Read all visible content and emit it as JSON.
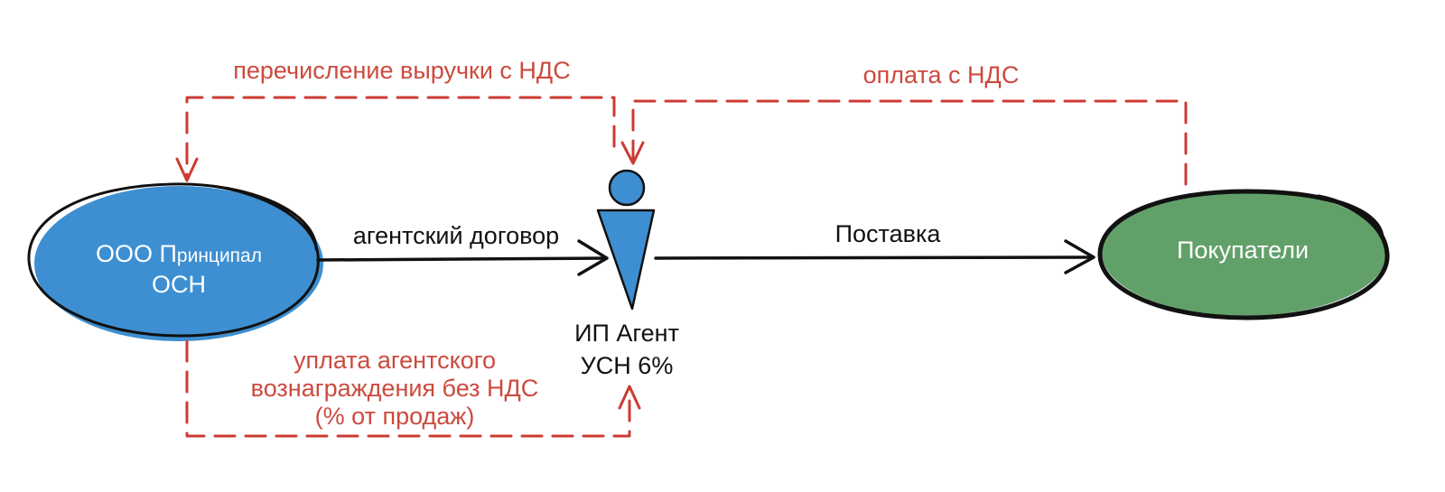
{
  "nodes": {
    "principal": {
      "line1_a": "ООО П",
      "line1_b": "ринципал",
      "line2": "ОСН",
      "fill": "#3d8fd1"
    },
    "agent": {
      "line1": "ИП Агент",
      "line2": "УСН 6%",
      "fill": "#3d8fd1"
    },
    "buyers": {
      "label": "Покупатели",
      "fill": "#62a06a"
    }
  },
  "flows": {
    "revenue_transfer": "перечисление выручки с НДС",
    "payment_with_vat": "оплата с НДС",
    "agent_contract": "агентский договор",
    "supply": "Поставка",
    "agent_fee_line1": "уплата агентского",
    "agent_fee_line2": "вознаграждения без НДС",
    "agent_fee_line3": "(% от продаж)"
  },
  "colors": {
    "flow_dashed": "#cc3b32",
    "label_red": "#cc4a3e",
    "flow_solid": "#111111"
  }
}
